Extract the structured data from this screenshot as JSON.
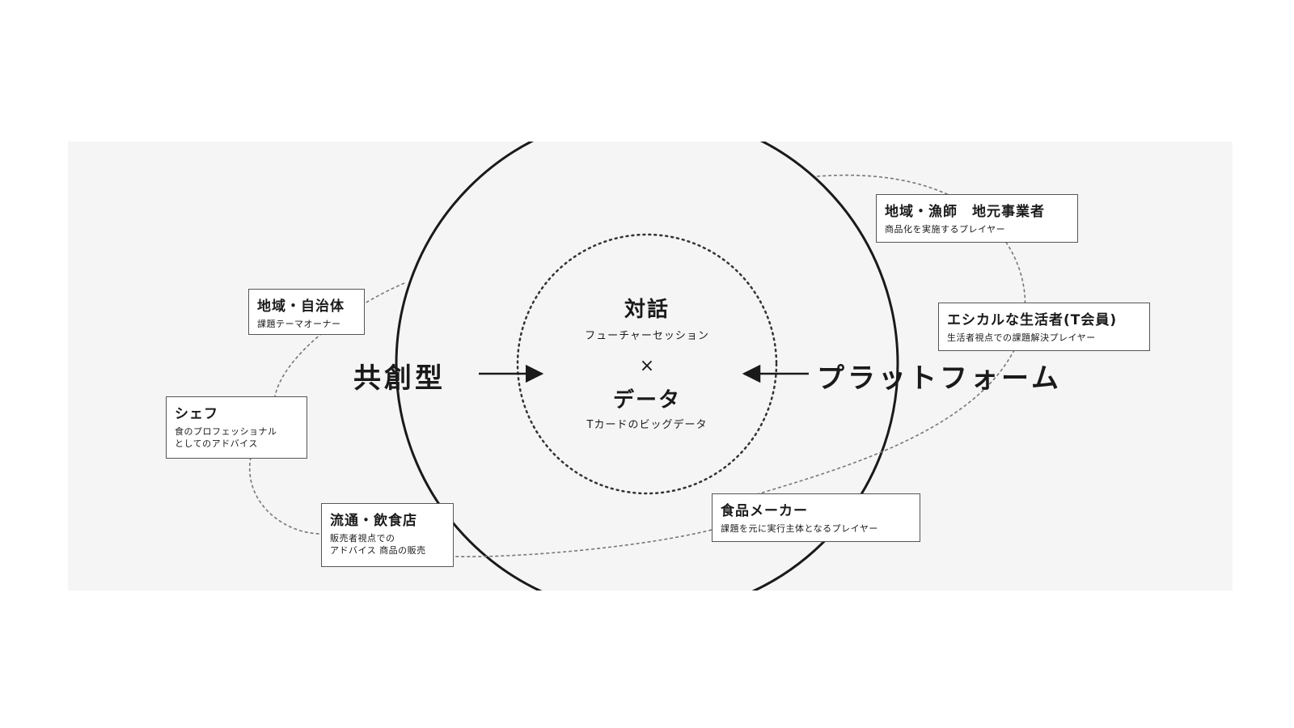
{
  "diagram": {
    "left_label": "共創型",
    "right_label": "プラットフォーム",
    "center": {
      "top_title": "対話",
      "top_sub": "フューチャーセッション",
      "operator": "×",
      "bottom_title": "データ",
      "bottom_sub": "Tカードのビッグデータ"
    },
    "left_nodes": [
      {
        "title": "地域・自治体",
        "sub": "課題テーマオーナー"
      },
      {
        "title": "シェフ",
        "sub_line1": "食のプロフェッショナル",
        "sub_line2": "としてのアドバイス"
      },
      {
        "title": "流通・飲食店",
        "sub_line1": "販売者視点での",
        "sub_line2": "アドバイス 商品の販売"
      }
    ],
    "right_nodes": [
      {
        "title": "地域・漁師　地元事業者",
        "sub": "商品化を実施するプレイヤー"
      },
      {
        "title": "エシカルな生活者(T会員)",
        "sub": "生活者視点での課題解決プレイヤー"
      },
      {
        "title": "食品メーカー",
        "sub": "課題を元に実行主体となるプレイヤー"
      }
    ]
  }
}
